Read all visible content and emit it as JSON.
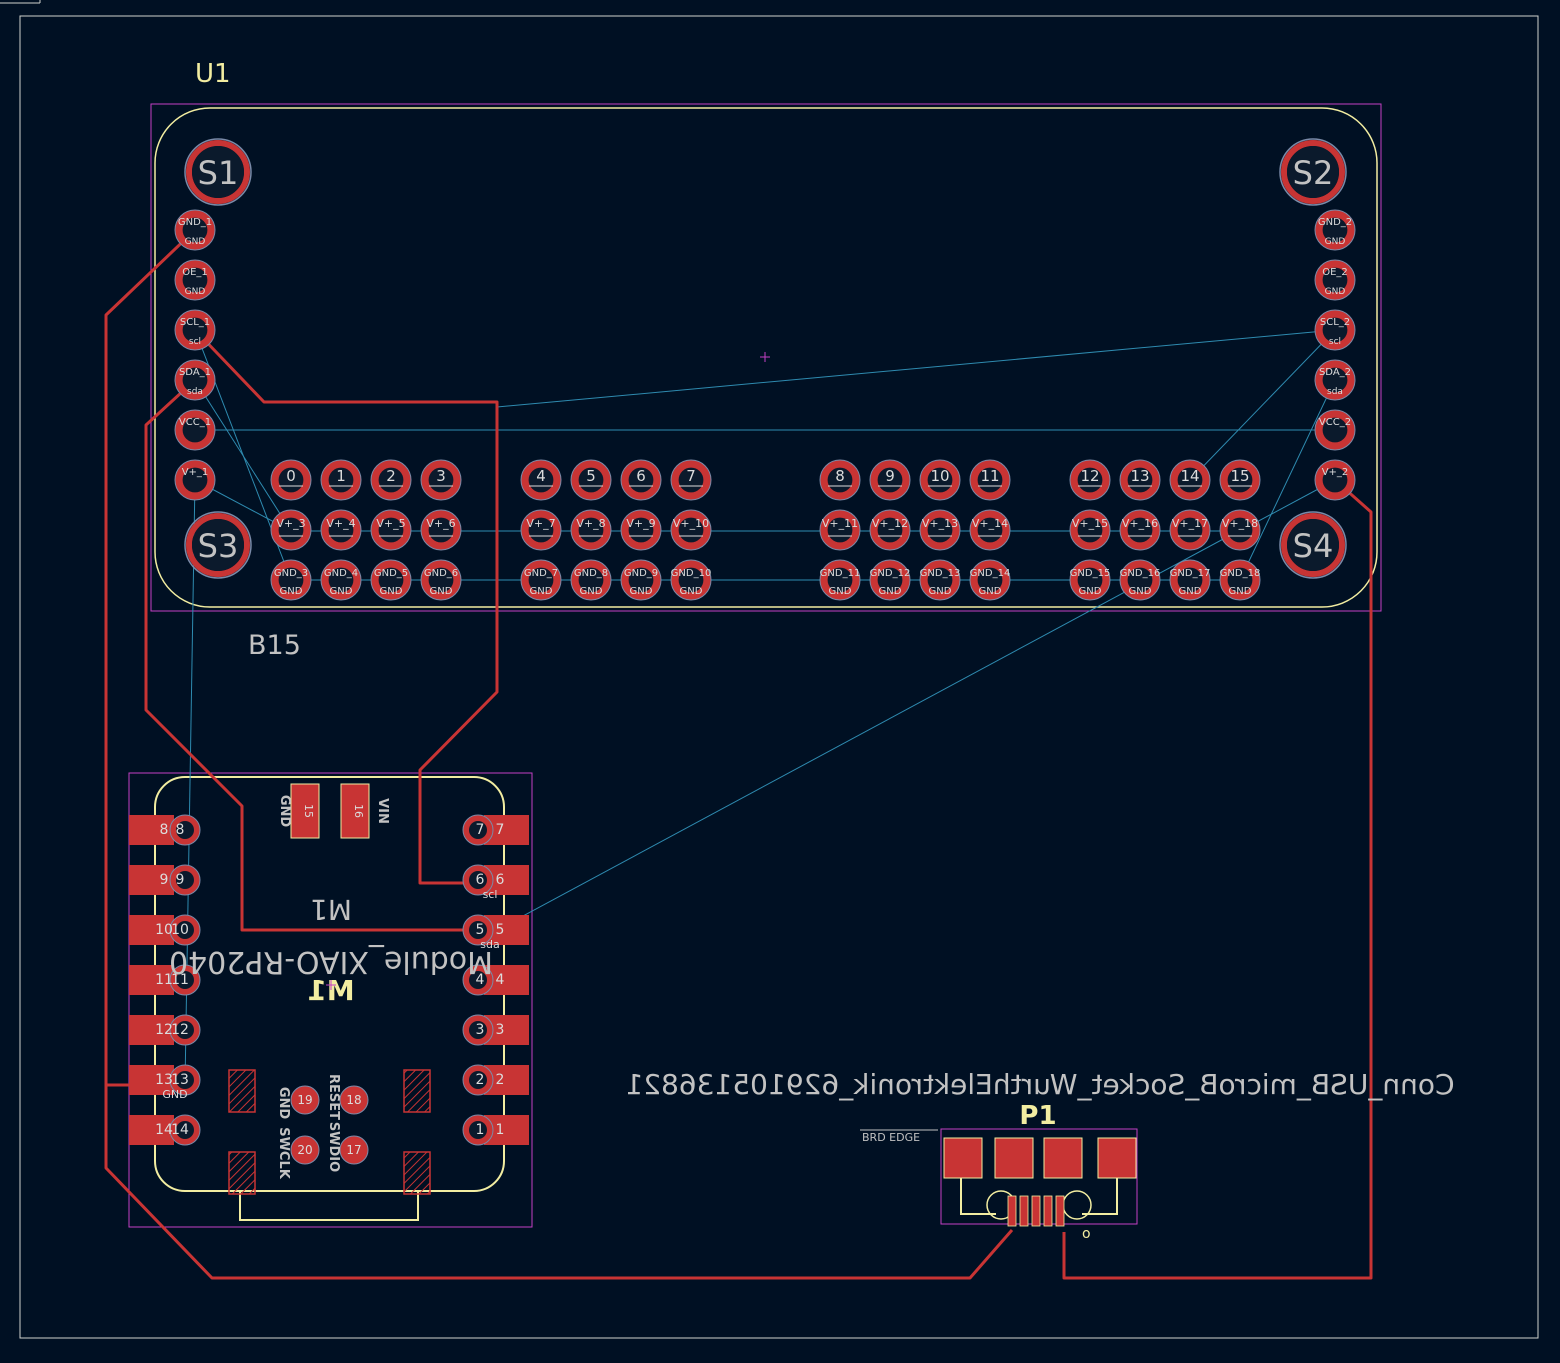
{
  "colors": {
    "background": "#001023",
    "edge_cuts": "#d0d2cd",
    "courtyard": "#c440c4",
    "silkscreen": "#f2eda1",
    "pad": "#c83434",
    "copper_trace": "#c83434",
    "ratsnest": "#2e8bb0",
    "fab_text": "#c2c2c2",
    "pad_label": "#dcdcdc",
    "drill": "#0b1a2c"
  },
  "labels": {
    "u1_ref": "U1",
    "b15_value": "B15",
    "m1_ref_top": "M1",
    "m1_value": "Module_XIAO-RP2040",
    "m1_ref_bottom": "M1",
    "p1_ref": "P1",
    "p1_value": "Conn_USB_microB_Socket_WurthElektronik_629105136821",
    "brd_edge": "BRD EDGE",
    "p1_pin_o": "o"
  },
  "mount_holes": [
    "S1",
    "S2",
    "S3",
    "S4"
  ],
  "u1_left_pins": [
    {
      "name": "GND_1",
      "net": "GND"
    },
    {
      "name": "OE_1",
      "net": "GND"
    },
    {
      "name": "SCL_1",
      "net": "scl"
    },
    {
      "name": "SDA_1",
      "net": "sda"
    },
    {
      "name": "VCC_1",
      "net": ""
    },
    {
      "name": "V+_1",
      "net": ""
    }
  ],
  "u1_right_pins": [
    {
      "name": "GND_2",
      "net": "GND"
    },
    {
      "name": "OE_2",
      "net": "GND"
    },
    {
      "name": "SCL_2",
      "net": "scl"
    },
    {
      "name": "SDA_2",
      "net": "sda"
    },
    {
      "name": "VCC_2",
      "net": ""
    },
    {
      "name": "V+_2",
      "net": ""
    }
  ],
  "u1_channels": [
    {
      "pwm": "0",
      "vplus": "V+_3",
      "gnd": "GND_3"
    },
    {
      "pwm": "1",
      "vplus": "V+_4",
      "gnd": "GND_4"
    },
    {
      "pwm": "2",
      "vplus": "V+_5",
      "gnd": "GND_5"
    },
    {
      "pwm": "3",
      "vplus": "V+_6",
      "gnd": "GND_6"
    },
    {
      "pwm": "4",
      "vplus": "V+_7",
      "gnd": "GND_7"
    },
    {
      "pwm": "5",
      "vplus": "V+_8",
      "gnd": "GND_8"
    },
    {
      "pwm": "6",
      "vplus": "V+_9",
      "gnd": "GND_9"
    },
    {
      "pwm": "7",
      "vplus": "V+_10",
      "gnd": "GND_10"
    },
    {
      "pwm": "8",
      "vplus": "V+_11",
      "gnd": "GND_11"
    },
    {
      "pwm": "9",
      "vplus": "V+_12",
      "gnd": "GND_12"
    },
    {
      "pwm": "10",
      "vplus": "V+_13",
      "gnd": "GND_13"
    },
    {
      "pwm": "11",
      "vplus": "V+_14",
      "gnd": "GND_14"
    },
    {
      "pwm": "12",
      "vplus": "V+_15",
      "gnd": "GND_15"
    },
    {
      "pwm": "13",
      "vplus": "V+_16",
      "gnd": "GND_16"
    },
    {
      "pwm": "14",
      "vplus": "V+_17",
      "gnd": "GND_17"
    },
    {
      "pwm": "15",
      "vplus": "V+_18",
      "gnd": "GND_18"
    }
  ],
  "gnd_net": "GND",
  "m1_left_pads": [
    {
      "pad": "8",
      "num": "8",
      "net": ""
    },
    {
      "pad": "9",
      "num": "9",
      "net": ""
    },
    {
      "pad": "10",
      "num": "10",
      "net": ""
    },
    {
      "pad": "11",
      "num": "11",
      "net": ""
    },
    {
      "pad": "12",
      "num": "12",
      "net": ""
    },
    {
      "pad": "13",
      "num": "13",
      "net": "GND"
    },
    {
      "pad": "14",
      "num": "14",
      "net": ""
    }
  ],
  "m1_right_pads": [
    {
      "pad": "7",
      "num": "7",
      "net": ""
    },
    {
      "pad": "6",
      "num": "6",
      "net": "scl"
    },
    {
      "pad": "5",
      "num": "5",
      "net": "sda"
    },
    {
      "pad": "4",
      "num": "4",
      "net": ""
    },
    {
      "pad": "3",
      "num": "3",
      "net": ""
    },
    {
      "pad": "2",
      "num": "2",
      "net": ""
    },
    {
      "pad": "1",
      "num": "1",
      "net": ""
    }
  ],
  "m1_top_pads": [
    {
      "num": "15",
      "label": "GND"
    },
    {
      "num": "16",
      "label": "VIN"
    }
  ],
  "m1_bottom_pads": [
    {
      "num": "19",
      "label": "GND"
    },
    {
      "num": "18",
      "label": "RESET"
    },
    {
      "num": "20",
      "label": "SWCLK"
    },
    {
      "num": "17",
      "label": "SWDIO"
    }
  ]
}
